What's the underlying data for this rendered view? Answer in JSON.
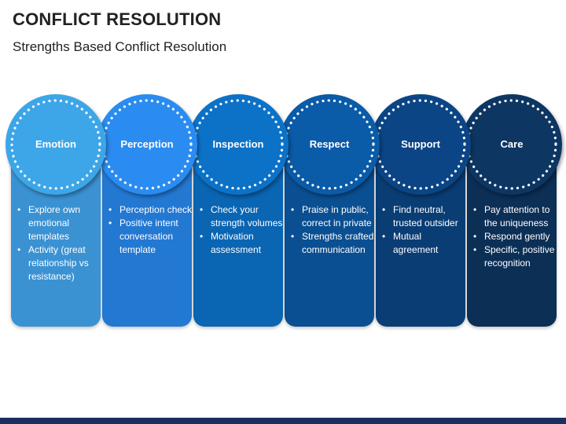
{
  "title": "CONFLICT RESOLUTION",
  "subtitle": "Strengths Based Conflict Resolution",
  "accent": "#1a2f5e",
  "columns": [
    {
      "label": "Emotion",
      "color_circle": "#3da6e8",
      "color_card": "#3a92d3",
      "bullets": [
        "Explore own emotional templates",
        "Activity (great relationship vs resistance)"
      ]
    },
    {
      "label": "Perception",
      "color_circle": "#2a8cf0",
      "color_card": "#2378d2",
      "bullets": [
        "Perception check",
        "Positive intent conversation template"
      ]
    },
    {
      "label": "Inspection",
      "color_circle": "#0c72c8",
      "color_card": "#0a65b3",
      "bullets": [
        "Check your strength volumes",
        "Motivation assessment"
      ]
    },
    {
      "label": "Respect",
      "color_circle": "#0a5ba8",
      "color_card": "#0a4f92",
      "bullets": [
        "Praise in public, correct in private",
        "Strengths crafted communication"
      ]
    },
    {
      "label": "Support",
      "color_circle": "#0b4586",
      "color_card": "#0a3d74",
      "bullets": [
        "Find neutral, trusted outsider",
        "Mutual agreement"
      ]
    },
    {
      "label": "Care",
      "color_circle": "#0d3663",
      "color_card": "#0c2f56",
      "bullets": [
        "Pay attention to the uniqueness",
        "Respond gently",
        "Specific, positive recognition"
      ]
    }
  ]
}
